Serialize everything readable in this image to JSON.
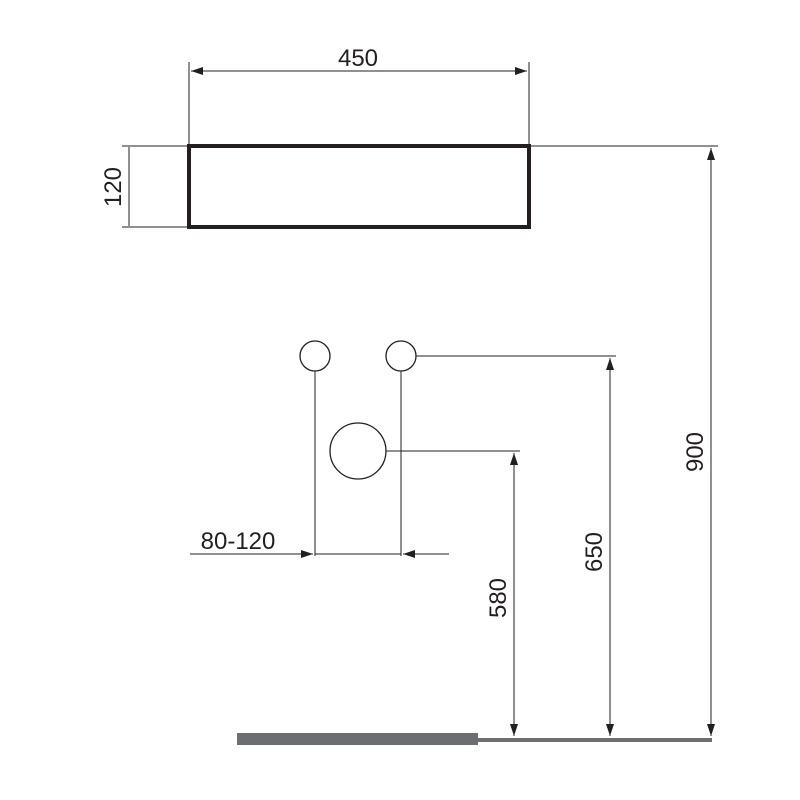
{
  "dimensions": {
    "basin_width": "450",
    "basin_height": "120",
    "mount_height": "900",
    "tap_height": "650",
    "waste_height": "580",
    "tap_spacing": "80-120"
  },
  "colors": {
    "line": "#231f20",
    "floor": "#6d6e71"
  }
}
